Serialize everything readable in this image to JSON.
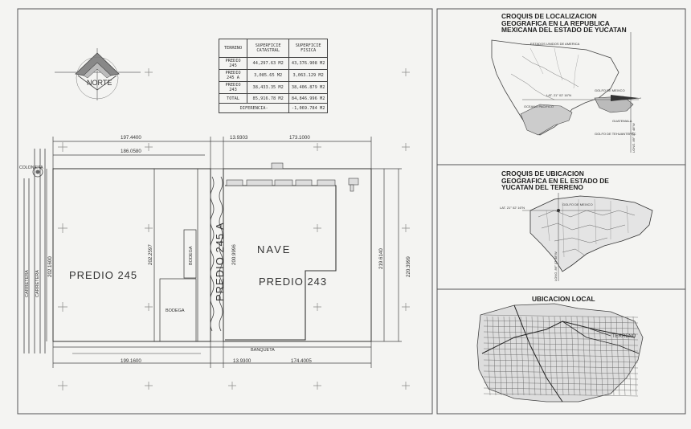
{
  "north_label": "NORTE",
  "table": {
    "headers": [
      "TERRENO",
      "SUPERFICIE CATASTRAL",
      "SUPERFICIE FISICA"
    ],
    "rows": [
      {
        "terreno": "PREDIO 245",
        "catastral": "44,297.63 M2",
        "fisica": "43,376.908 M2"
      },
      {
        "terreno": "PREDIO 245 A",
        "catastral": "3,085.65 M2",
        "fisica": "3,063.129 M2"
      },
      {
        "terreno": "PREDIO 243",
        "catastral": "38,433.35 M2",
        "fisica": "38,406.879 M2"
      },
      {
        "terreno": "TOTAL",
        "catastral": "85,916.78 M2",
        "fisica": "84,846.996 M2"
      }
    ],
    "diff_label": "DIFERENCIA-",
    "diff_value": "-1,069.784 M2"
  },
  "dimensions": {
    "top_left": "197.4400",
    "top_left_inner": "186.0580",
    "top_mid": "13.9303",
    "top_right": "173.1000",
    "bottom_left": "199.1600",
    "bottom_mid": "13.9300",
    "bottom_right": "174.4005",
    "left_vertical": "202.1600",
    "mid_vertical_1": "202.2597",
    "mid_vertical_2": "200.9996",
    "right_vertical_1": "219.6140",
    "right_vertical_2": "220.3999"
  },
  "labels": {
    "predio_245": "PREDIO 245",
    "predio_245a": "PREDIO 245 A",
    "predio_243": "PREDIO 243",
    "nave": "NAVE",
    "bodega_vertical": "BODEGA",
    "bodega": "BODEGA",
    "banqueta": "BANQUETA",
    "carretera_1": "CARRETERA",
    "carretera_2": "CARRETERA",
    "colonia": "COLONIETA"
  },
  "panels": {
    "panel1_title": "CROQUIS DE LOCALIZACION GEOGRAFICA EN LA REPUBLICA MEXICANA DEL ESTADO DE YUCATAN",
    "panel1_labels": {
      "usa": "ESTADOS UNIDOS DE AMERICA",
      "pacific": "OCEANO PACIFICO",
      "golfo": "GOLFO DE MEXICO",
      "guatemala": "GUATEMALA",
      "tehuantepec": "GOLFO DE TEHUANTEPEC",
      "lat": "LAT. 21° 02' 16\"N",
      "long": "LONG. 89° 37' 48\"W"
    },
    "panel2_title": "CROQUIS DE UBICACION GEOGRAFICA EN EL ESTADO DE YUCATAN DEL TERRENO",
    "panel2_labels": {
      "golfo": "GOLFO DE MEXICO",
      "lat": "LAT. 21° 02' 16\"N",
      "long": "LONG. 89° 37' 48\"W"
    },
    "panel3_title": "UBICACION LOCAL",
    "panel3_labels": {
      "terreno": "TERRENO"
    }
  },
  "colors": {
    "paper": "#f4f4f2",
    "ink": "#2a2a2a",
    "faint": "#9a9a9a"
  }
}
